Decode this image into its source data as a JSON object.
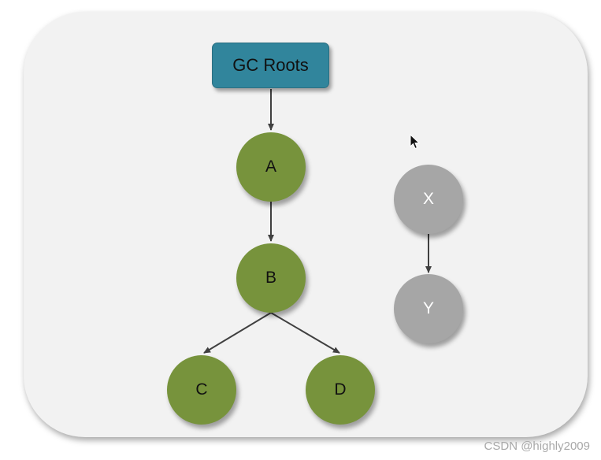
{
  "diagram": {
    "root": {
      "label": "GC Roots",
      "color": "#31859c"
    },
    "reachable_color": "#77933c",
    "unreachable_color": "#a6a6a6",
    "nodes": {
      "A": {
        "label": "A",
        "reachable": true
      },
      "B": {
        "label": "B",
        "reachable": true
      },
      "C": {
        "label": "C",
        "reachable": true
      },
      "D": {
        "label": "D",
        "reachable": true
      },
      "X": {
        "label": "X",
        "reachable": false
      },
      "Y": {
        "label": "Y",
        "reachable": false
      }
    },
    "edges": [
      {
        "from": "GC Roots",
        "to": "A"
      },
      {
        "from": "A",
        "to": "B"
      },
      {
        "from": "B",
        "to": "C"
      },
      {
        "from": "B",
        "to": "D"
      },
      {
        "from": "X",
        "to": "Y"
      }
    ]
  },
  "watermark": "CSDN @highly2009"
}
